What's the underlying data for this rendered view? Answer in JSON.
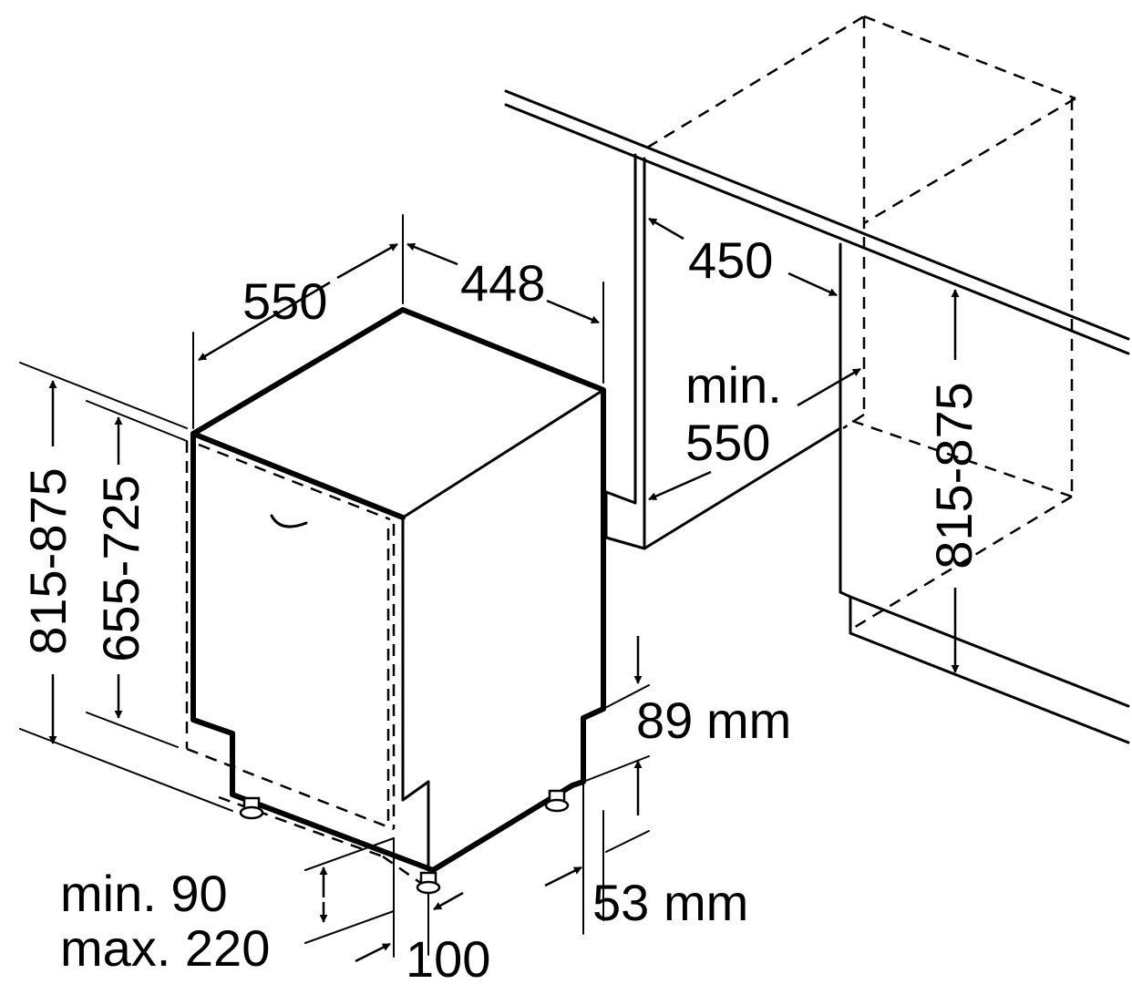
{
  "appliance": {
    "width": "448",
    "depth": "550"
  },
  "niche": {
    "width": "450",
    "depth_min_label": "min.",
    "depth_min_value": "550",
    "height_range": "815-875"
  },
  "heights": {
    "total_range": "815-875",
    "door_range": "655-725"
  },
  "plinth": {
    "upper_value": "89",
    "upper_unit": "mm",
    "lower_value": "53",
    "lower_unit": "mm",
    "clearance_min": "min. 90",
    "clearance_max": "max. 220",
    "foot_offset": "100"
  }
}
